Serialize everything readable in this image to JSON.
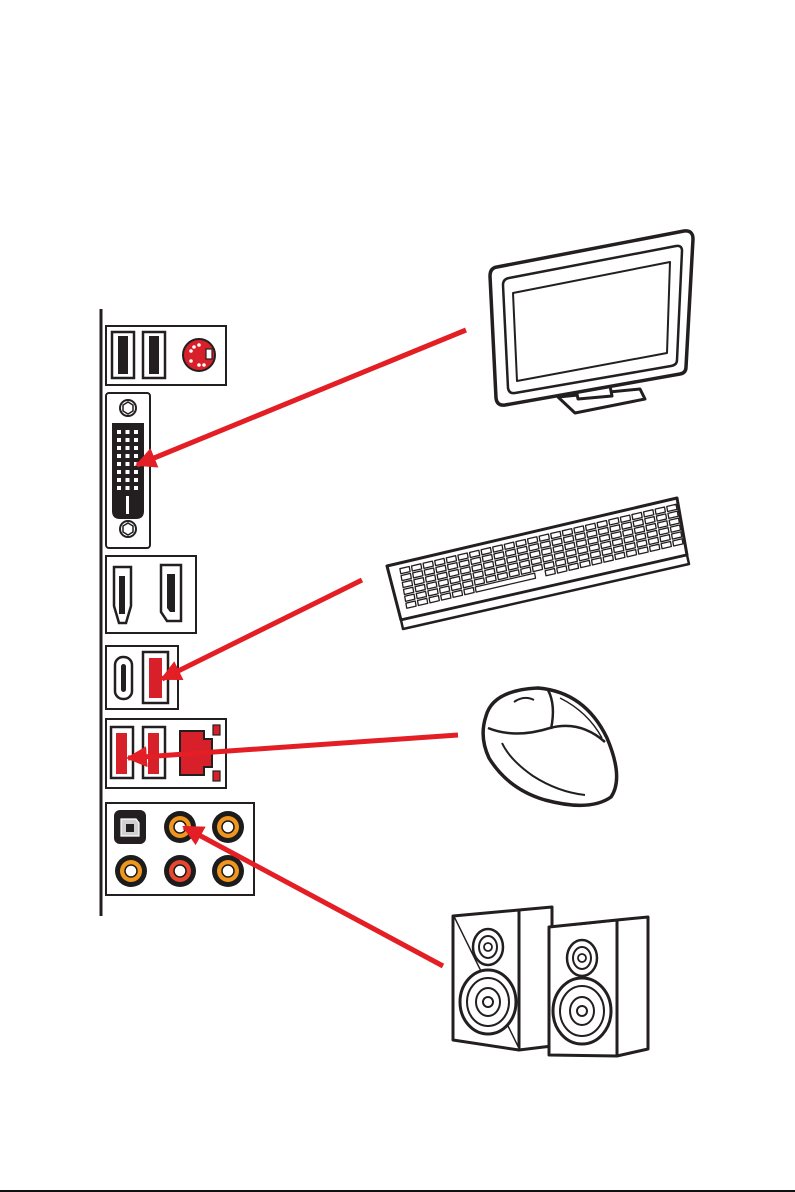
{
  "colors": {
    "arrow": "#e31e24",
    "port_red": "#d7202a",
    "jack_orange": "#f0961e",
    "jack_red": "#e8462e",
    "jack_ring": "#1c1c1c",
    "outline": "#231f20",
    "fill": "#ffffff"
  },
  "icons": {
    "io_panel": "motherboard-rear-io-icon",
    "monitor": "monitor-icon",
    "keyboard": "keyboard-icon",
    "mouse": "mouse-icon",
    "speakers": "speakers-icon"
  },
  "connections": [
    {
      "device": "monitor",
      "port": "dvi-d-port"
    },
    {
      "device": "keyboard",
      "port": "usb-3-port"
    },
    {
      "device": "mouse",
      "port": "usb-2-port"
    },
    {
      "device": "speakers",
      "port": "line-out-jack"
    }
  ]
}
